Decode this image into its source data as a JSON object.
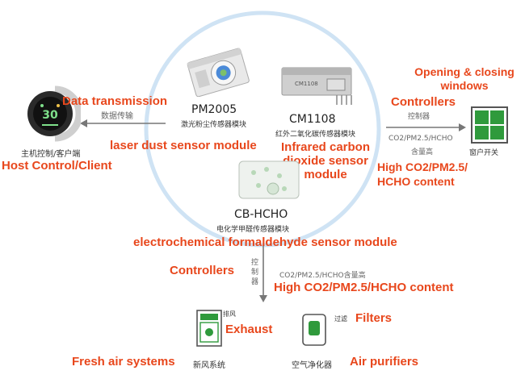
{
  "colors": {
    "accent": "#e8471c",
    "circle": "#cfe3f4",
    "arrow": "#777777",
    "window_green": "#2f9a3c"
  },
  "sensors": {
    "pm2005": {
      "model": "PM2005",
      "cn": "激光粉尘传感器模块",
      "en": "laser dust sensor module"
    },
    "cm1108": {
      "model": "CM1108",
      "cn": "红外二氧化碳传感器模块",
      "en": "Infrared carbon dioxide sensor module"
    },
    "cbhcho": {
      "model": "CB-HCHO",
      "cn": "电化学甲醛传感器模块",
      "en": "electrochemical formaldehyde sensor module"
    }
  },
  "host": {
    "cn": "主机控制/客户端",
    "en": "Host Control/Client",
    "link_cn": "数据传输",
    "link_en": "Data transmission"
  },
  "window": {
    "title_en": "Opening & closing windows",
    "controllers_en": "Controllers",
    "control_cn": "控制器",
    "cond_cn_1": "CO2/PM2.5/HCHO",
    "cond_cn_2": "含量高",
    "cond_en": "High CO2/PM2.5/ HCHO content",
    "label_cn": "窗户开关"
  },
  "bottom": {
    "controllers_en": "Controllers",
    "control_cn": "控制器",
    "cond_cn": "CO2/PM2.5/HCHO含量高",
    "cond_en": "High CO2/PM2.5/HCHO content"
  },
  "fresh_air": {
    "en": "Fresh air systems",
    "cn": "新风系统",
    "exhaust_cn": "排风",
    "exhaust_en": "Exhaust"
  },
  "purifier": {
    "en": "Air purifiers",
    "cn": "空气净化器",
    "filters_cn": "过滤",
    "filters_en": "Filters"
  }
}
